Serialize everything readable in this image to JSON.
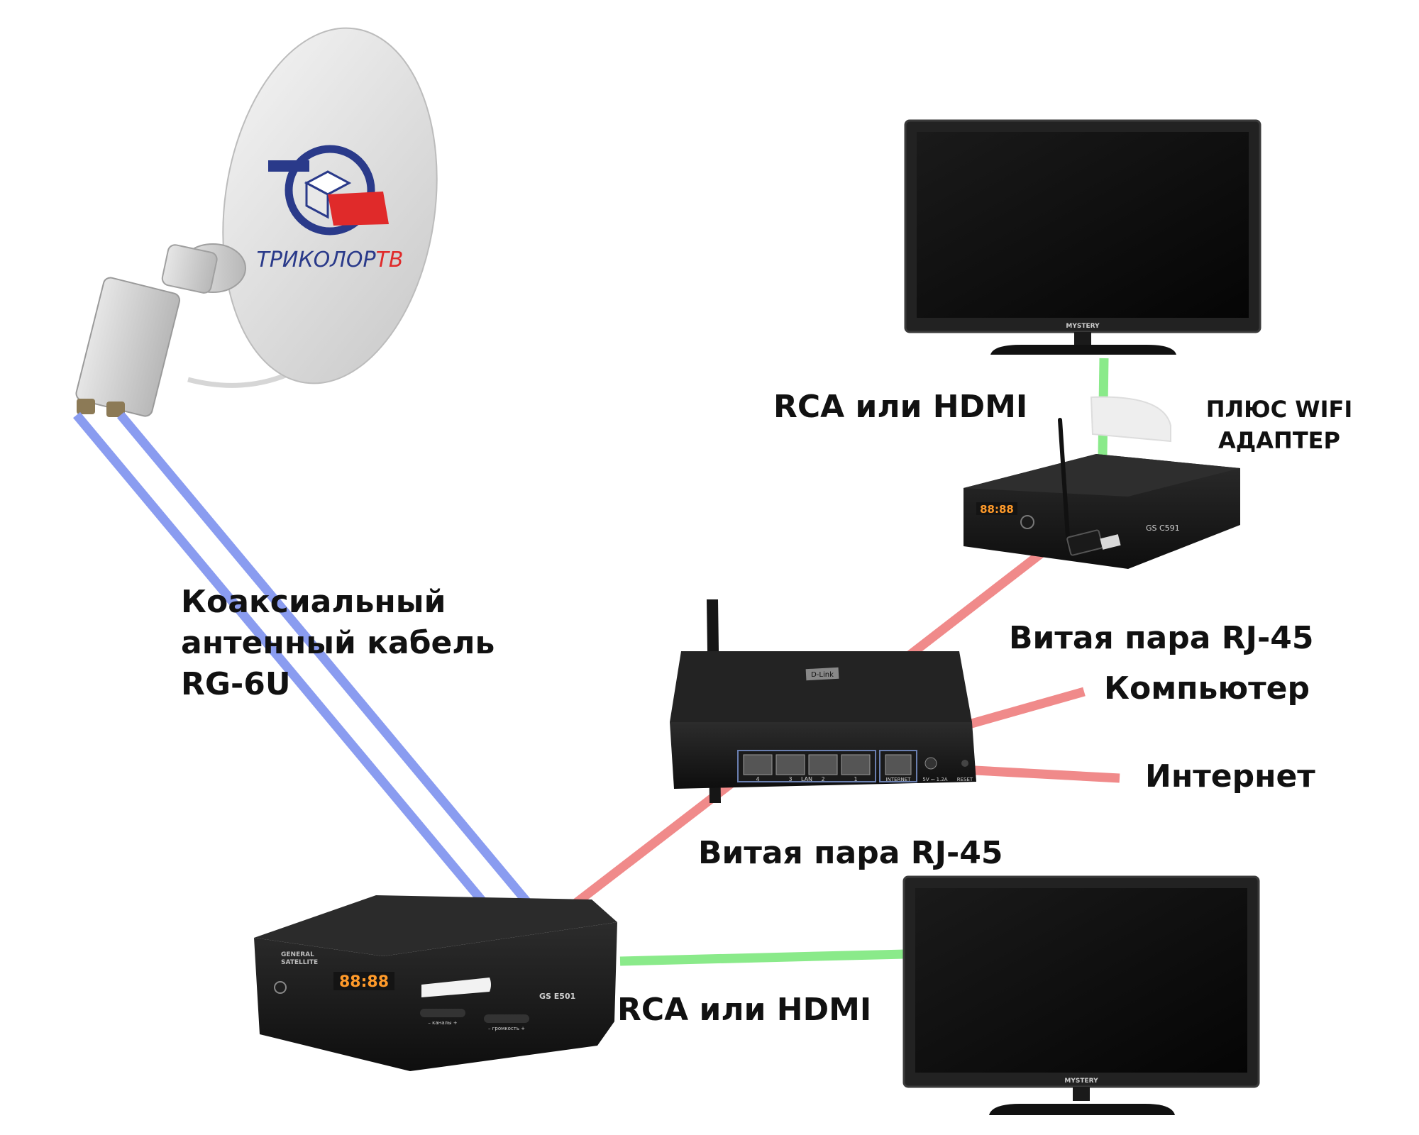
{
  "labels": {
    "coax_line1": "Коаксиальный",
    "coax_line2": "антенный кабель",
    "coax_line3": "RG-6U",
    "rca_top": "RCA или HDMI",
    "wifi_line1": "ПЛЮС WIFI",
    "wifi_line2": "АДАПТЕР",
    "twisted_top": "Витая пара RJ-45",
    "computer": "Компьютер",
    "internet": "Интернет",
    "twisted_bottom": "Витая пара RJ-45",
    "rca_bottom": "RCA или HDMI"
  },
  "dish_logo": {
    "brand": "ТРИКОЛОР",
    "suffix": "ТВ"
  },
  "router_panel": {
    "brand": "D-Link",
    "port_4": "4",
    "port_3": "3",
    "port_lan": "LAN",
    "port_2": "2",
    "port_1": "1",
    "internet_port": "INTERNET",
    "power": "5V ⎓ 1.2A",
    "reset": "RESET"
  },
  "receiver_main": {
    "maker_line1": "GENERAL",
    "maker_line2": "SATELLITE",
    "display": "88:88",
    "model": "GS E501",
    "btn_channels": "– каналы +",
    "btn_volume": "– громкость +"
  },
  "receiver_client": {
    "display": "88:88",
    "model": "GS C591"
  },
  "tv_brand": "MYSTERY",
  "colors": {
    "coax_cable": "#8a9cf0",
    "twisted_pair": "#f08a8a",
    "video_cable": "#8aea8a",
    "device_body": "#1e1e1e",
    "tricolor_red": "#e02a2a",
    "tricolor_blue": "#2a3a8a"
  }
}
